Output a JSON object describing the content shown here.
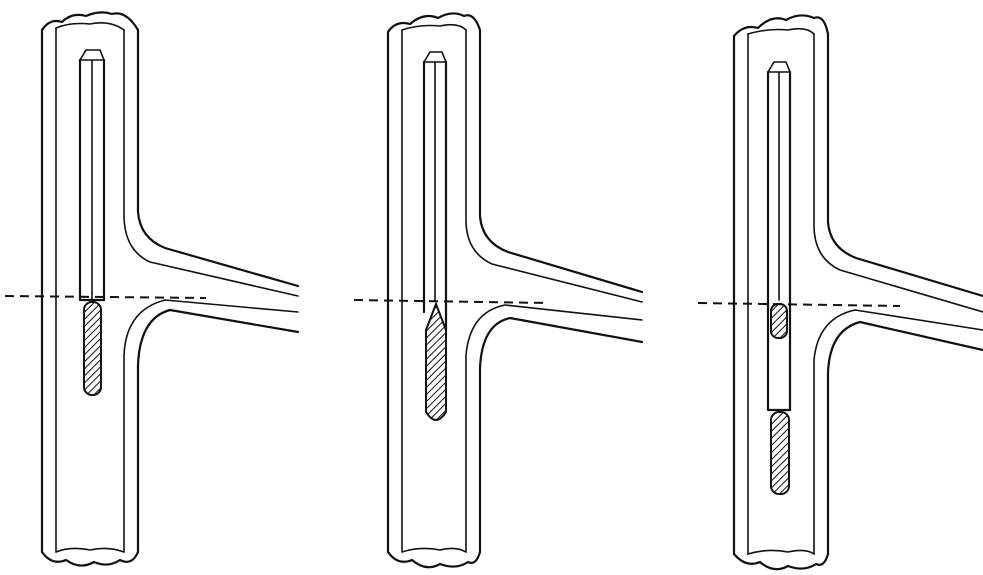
{
  "colors": {
    "ink": "#111111",
    "paper": "#ffffff"
  },
  "panels": [
    {
      "id": "panel-1",
      "description_level": "rod-above-branch-lower-hatched"
    },
    {
      "id": "panel-2",
      "description_level": "rod-with-pointed-hatched-lower"
    },
    {
      "id": "panel-3",
      "description_level": "rod-split-hatched-segments"
    }
  ]
}
